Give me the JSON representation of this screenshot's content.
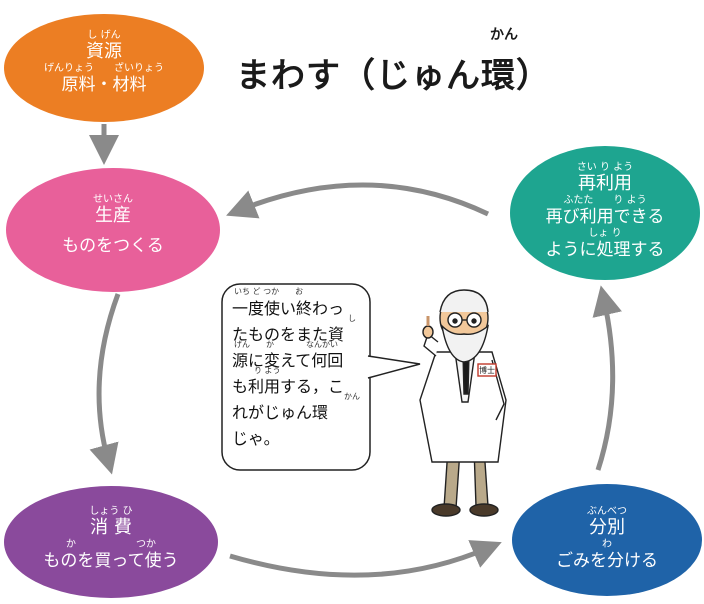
{
  "title": {
    "text": "まわす（じゅん環）",
    "ruby": "かん"
  },
  "nodes": {
    "resource": {
      "ruby1": "し げん",
      "label1": "資源",
      "ruby2": "げんりょう　　ざいりょう",
      "label2": "原料・材料",
      "color": "#ec7e23"
    },
    "produce": {
      "ruby1": "せいさん",
      "label1": "生産",
      "label2": "ものをつくる",
      "color": "#e8609a"
    },
    "consume": {
      "ruby1": "しょう ひ",
      "label1": "消 費",
      "ruby2": "か　　　　　　つか",
      "label2": "ものを買って使う",
      "color": "#8a4a9c"
    },
    "separate": {
      "ruby1": "ぶんべつ",
      "label1": "分別",
      "ruby2": "わ",
      "label2": "ごみを分ける",
      "color": "#1f63a8"
    },
    "reuse": {
      "ruby1": "さい り よう",
      "label1": "再利用",
      "ruby2": "ふたた　　り よう",
      "label2": "再び利用できる",
      "ruby3": "しょ り",
      "label3": "ように処理する",
      "color": "#1ea590"
    }
  },
  "speech": {
    "lines": [
      "一度使い終わっ",
      "たものをまた資",
      "源に変えて何回",
      "も利用する，こ",
      "れがじゅん環",
      "じゃ。"
    ],
    "rubies": {
      "r1": "いち ど つか　　お",
      "r2": "し",
      "r3": "げん　　か　　　　なんかい",
      "r4": "り よう",
      "r5": "かん"
    }
  },
  "character": {
    "badge": "博士"
  },
  "colors": {
    "arrow": "#8a8a8a",
    "line": "#222222"
  }
}
